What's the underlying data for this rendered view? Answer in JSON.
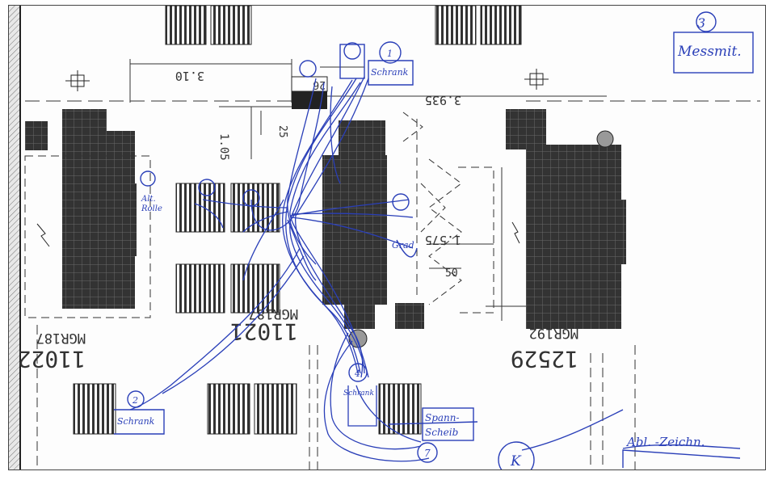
{
  "dimensions": {
    "d1": "3.10",
    "d2": "3.935",
    "d3": "26",
    "d4": "25",
    "d5": "1.05",
    "d6": "1.575",
    "d7": "50"
  },
  "machines": {
    "left": {
      "number": "11022",
      "model": "MGR187"
    },
    "center": {
      "number": "11021",
      "model": "MGR187"
    },
    "right": {
      "number": "12529",
      "model": "MGR192"
    }
  },
  "annotations": {
    "a_messmit": "Messmit.",
    "a_messmit_num": "3",
    "a_schrank_top": "Schrank",
    "a_schrank_top_num": "1",
    "a_schrank_left": "Schrank",
    "a_schrank_left_num": "2",
    "a_schrank_bottom": "Schrank",
    "a_schrank_bottom_num": "4",
    "a_spann1": "Spann-",
    "a_spann2": "Scheib",
    "a_spann_num": "7",
    "a_alt1": "Alt.",
    "a_alt2": "Rolle",
    "a_grad": "Grad",
    "a_abl": "Abl. -Zeichn.",
    "a_circle_k": "K"
  },
  "colors": {
    "ink": "#2a3fb8",
    "print": "#2a2a2a",
    "machine": "#333333",
    "grid": "#6a6a6a"
  }
}
